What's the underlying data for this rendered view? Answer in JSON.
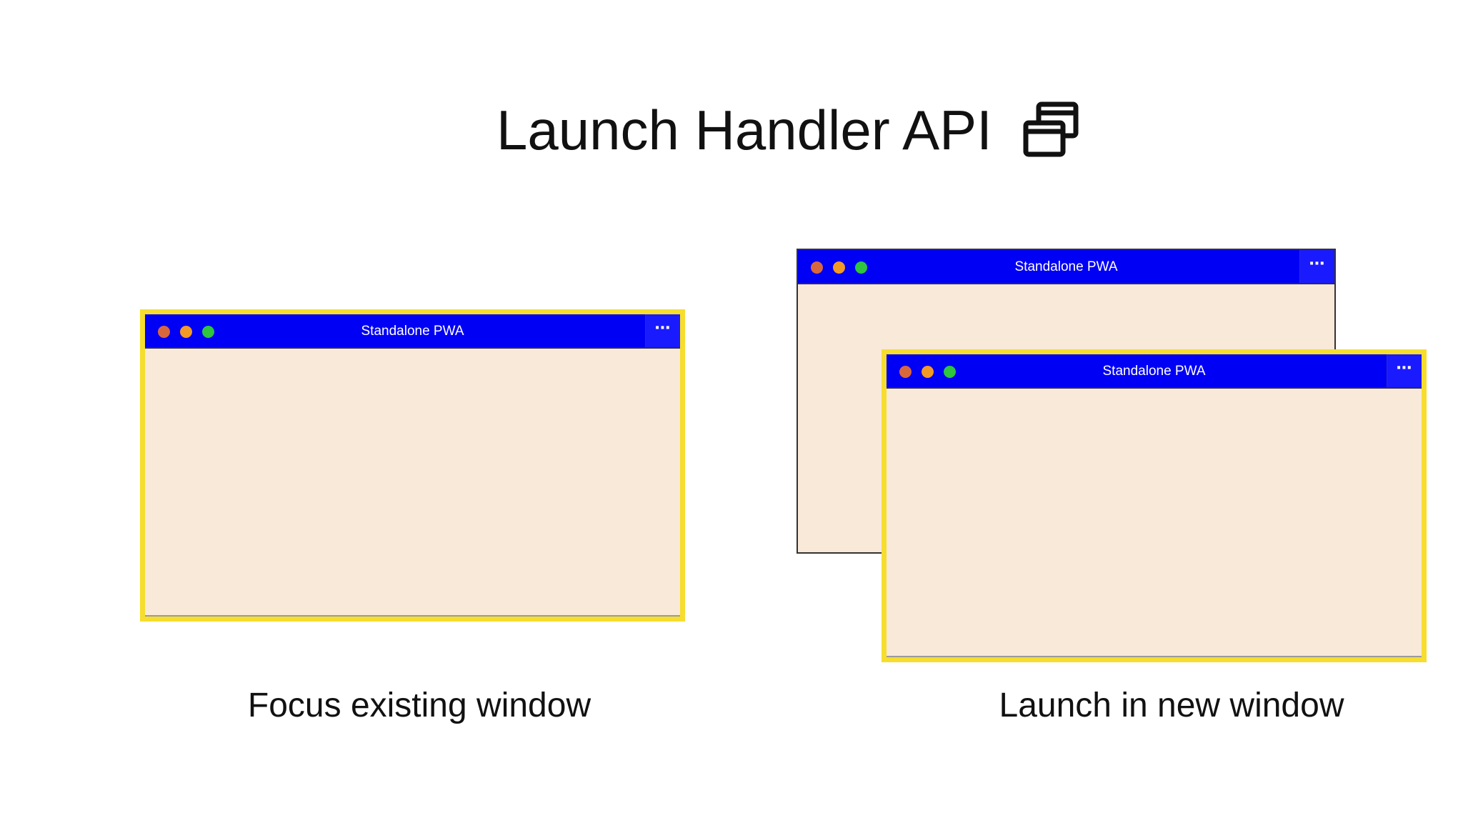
{
  "slide": {
    "title": "Launch Handler API",
    "title_icon": "multiple-windows-icon"
  },
  "left_panel": {
    "caption": "Focus existing window",
    "window": {
      "title": "Standalone PWA",
      "menu_label": "⋯",
      "highlighted": true
    }
  },
  "right_panel": {
    "caption": "Launch in new window",
    "back_window": {
      "title": "Standalone PWA",
      "menu_label": "⋯",
      "highlighted": false
    },
    "front_window": {
      "title": "Standalone PWA",
      "menu_label": "⋯",
      "highlighted": true
    }
  },
  "colors": {
    "titlebar": "#0000f5",
    "window_body": "#f9e9d8",
    "highlight_border": "#f6dd2e",
    "traffic_red": "#d9673e",
    "traffic_orange": "#f29a26",
    "traffic_green": "#2fc53e"
  }
}
